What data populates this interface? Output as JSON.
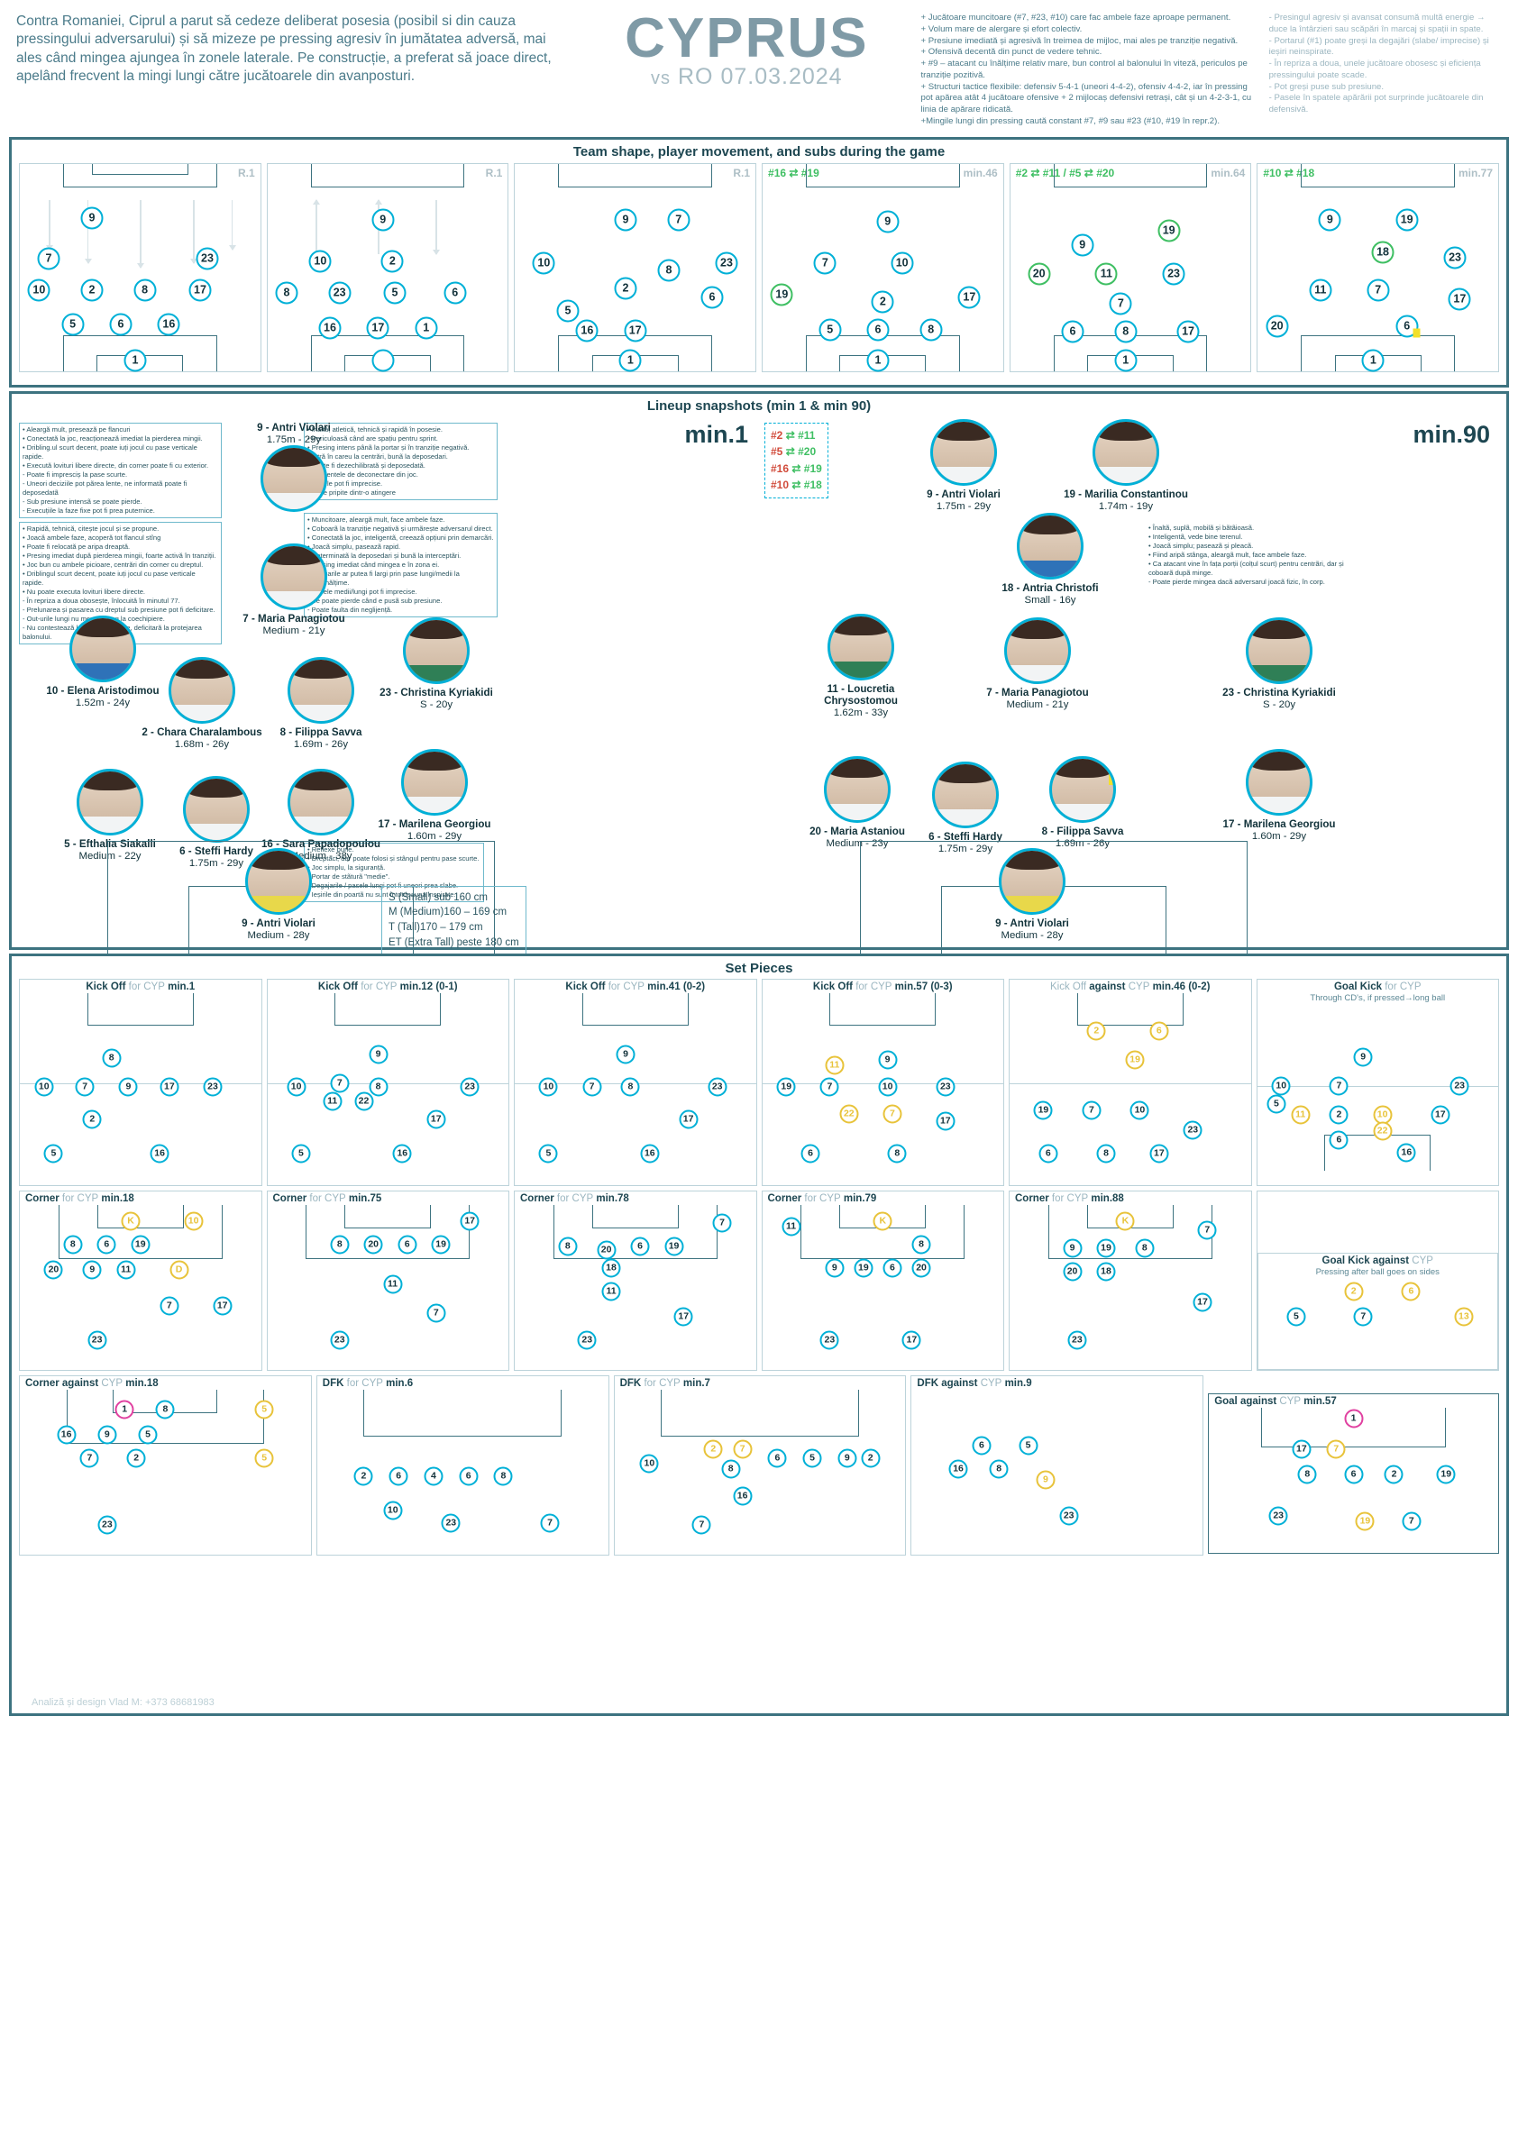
{
  "header": {
    "intro": "Contra Romaniei, Ciprul a parut să cedeze deliberat posesia (posibil si din cauza pressingului adversarului) și să mizeze pe pressing agresiv în jumătatea adversă, mai ales când mingea ajungea în zonele laterale. Pe construcție, a preferat să joace direct, apelând frecvent la mingi lungi către jucătoarele din avanposturi.",
    "title": "CYPRUS",
    "vs_label": "vs",
    "opponent": "RO",
    "date": "07.03.2024",
    "strengths": [
      "+ Jucătoare muncitoare (#7, #23, #10) care fac ambele faze aproape permanent.",
      "+ Volum mare de alergare și efort colectiv.",
      "+ Presiune imediată și agresivă în treimea de mijloc, mai ales pe tranziție negativă.",
      "+ Ofensivă decentă din punct de vedere tehnic.",
      "+ #9 – atacant cu înălțime relativ mare, bun control al balonului în viteză, periculos pe tranziție pozitivă.",
      "+ Structuri tactice flexibile: defensiv 5-4-1 (uneori 4-4-2), ofensiv 4-4-2, iar în pressing pot apărea atât 4 jucătoare ofensive + 2 mijlocaș defensivi retrași, cât și un 4-2-3-1, cu linia de apărare ridicată.",
      "+Mingile lungi din pressing caută constant #7, #9 sau #23 (#10, #19 în repr.2)."
    ],
    "weaknesses": [
      "- Presingul agresiv și avansat consumă multă energie → duce la întârzieri sau scăpări în marcaj și spații in spate.",
      "- Portarul (#1) poate greși la degajări (slabe/ imprecise) și ieșiri neinspirate.",
      "- În repriza a doua, unele jucătoare obosesc și eficiența pressingului poate scade.",
      "- Pot greși puse sub presiune.",
      "- Pasele în spatele apărării pot surprinde jucătoarele din defensivă."
    ]
  },
  "shape_panel": {
    "title": "Team shape, player movement, and subs during the game",
    "pitches": [
      {
        "tag_right": "R.1",
        "tag_left": "",
        "numbers": [
          "9",
          "7",
          "23",
          "10",
          "2",
          "8",
          "17",
          "5",
          "6",
          "16",
          "1"
        ]
      },
      {
        "tag_right": "R.1",
        "tag_left": "",
        "numbers": [
          "9",
          "10",
          "2",
          "8",
          "23",
          "5",
          "6",
          "16",
          "17",
          "1"
        ]
      },
      {
        "tag_right": "R.1",
        "tag_left": "",
        "numbers": [
          "9",
          "7",
          "10",
          "2",
          "8",
          "23",
          "5",
          "6",
          "16",
          "17",
          "1"
        ]
      },
      {
        "tag_right": "min.46",
        "tag_left": "#16 ⇄ #19",
        "numbers": [
          "9",
          "7",
          "10",
          "19",
          "2",
          "5",
          "6",
          "8",
          "17",
          "1"
        ]
      },
      {
        "tag_right": "min.64",
        "tag_left": "#2 ⇄ #11 / #5 ⇄ #20",
        "numbers": [
          "9",
          "19",
          "20",
          "11",
          "23",
          "7",
          "6",
          "8",
          "17",
          "1"
        ]
      },
      {
        "tag_right": "min.77",
        "tag_left": "#10 ⇄ #18",
        "numbers": [
          "9",
          "19",
          "18",
          "23",
          "11",
          "7",
          "20",
          "6",
          "17",
          "1"
        ]
      }
    ]
  },
  "lineup_panel": {
    "title": "Lineup snapshots (min 1 & min 90)",
    "min1_label": "min.1",
    "min90_label": "min.90",
    "subs": [
      {
        "out": "#2",
        "in": "#11"
      },
      {
        "out": "#5",
        "in": "#20"
      },
      {
        "out": "#16",
        "in": "#19"
      },
      {
        "out": "#10",
        "in": "#18"
      }
    ],
    "legend": [
      "S (Small) sub 160 cm",
      "M (Medium)160 – 169 cm",
      "T (Tall)170 – 179 cm",
      "ET (Extra Tall) peste 180 cm"
    ],
    "min1_players": [
      {
        "name": "9 - Antri Violari",
        "meta": "1.75m - 29y",
        "kit": ""
      },
      {
        "name": "7 - Maria Panagiotou",
        "meta": "Medium - 21y",
        "kit": ""
      },
      {
        "name": "10 - Elena Aristodimou",
        "meta": "1.52m - 24y",
        "kit": "b"
      },
      {
        "name": "23 - Christina Kyriakidi",
        "meta": "S - 20y",
        "kit": "g"
      },
      {
        "name": "2 - Chara Charalambous",
        "meta": "1.68m - 26y",
        "kit": ""
      },
      {
        "name": "8 - Filippa Savva",
        "meta": "1.69m - 26y",
        "kit": ""
      },
      {
        "name": "5 - Efthalia Siakalli",
        "meta": "Medium - 22y",
        "kit": ""
      },
      {
        "name": "6 - Steffi Hardy",
        "meta": "1.75m - 29y",
        "kit": ""
      },
      {
        "name": "16 - Sara Papadopoulou",
        "meta": "Medium - 38y",
        "kit": ""
      },
      {
        "name": "17 - Marilena Georgiou",
        "meta": "1.60m - 29y",
        "kit": ""
      },
      {
        "name": "9 - Antri Violari",
        "meta": "Medium - 28y",
        "kit": "k"
      }
    ],
    "min90_players": [
      {
        "name": "9 - Antri Violari",
        "meta": "1.75m - 29y",
        "kit": ""
      },
      {
        "name": "19 - Marilia Constantinou",
        "meta": "1.74m - 19y",
        "kit": ""
      },
      {
        "name": "18 - Antria Christofi",
        "meta": "Small - 16y",
        "kit": "b"
      },
      {
        "name": "23 - Christina Kyriakidi",
        "meta": "S - 20y",
        "kit": "g"
      },
      {
        "name": "11 - Loucretia Chrysostomou",
        "meta": "1.62m - 33y",
        "kit": "g"
      },
      {
        "name": "7 - Maria Panagiotou",
        "meta": "Medium - 21y",
        "kit": ""
      },
      {
        "name": "20 - Maria Astaniou",
        "meta": "Medium - 23y",
        "kit": ""
      },
      {
        "name": "6 - Steffi Hardy",
        "meta": "1.75m - 29y",
        "kit": ""
      },
      {
        "name": "8 - Filippa Savva",
        "meta": "1.69m - 26y",
        "kit": ""
      },
      {
        "name": "17 - Marilena Georgiou",
        "meta": "1.60m - 29y",
        "kit": ""
      },
      {
        "name": "9 - Antri Violari",
        "meta": "Medium - 28y",
        "kit": "k"
      }
    ],
    "notes": {
      "n1": "• Aleargă mult, presează pe flancuri\n• Conectată la joc, reacționează imediat la pierderea mingii.\n• Dribling.ul scurt decent, poate iuți jocul cu pase verticale rapide.\n• Execută lovituri libere directe, din corner poate fi cu exterior.\n- Poate fi impresciș la pase scurte.\n- Uneori deciziile pot pãrea lente, ne informatã poate fi deposedatã\n- Sub presiune intensã se poate pierde.\n- Execuțiile la faze fixe pot fi prea puternice.",
      "n2": "• Rapidă, tehnică, citește jocul și se propune.\n• Joacă ambele faze, acoperă tot flancul stîng\n• Poate fi relocată pe aripa dreaptă.\n• Presing imediat după pierderea mingii, foarte activă în tranziții.\n• Joc bun cu ambele picioare, centrări din corner cu dreptul.\n• Driblingul scurt decent, poate iuți jocul cu pase verticale rapide.\n• Nu poate executa lovituri libere directe.\n- În repriza a doua obosește, înlocuită în minutul 77.\n- Prelunarea și pasarea cu dreptul sub presiune pot fi deficitare.\n- Out-urile lungi nu mereu ajung la coechipiere.\n- Nu contestează la duelurii aeriene, deficitară la protejarea balonului.",
      "n3": "• Înaltă, atletică, tehnică și rapidă în posesie.\n• Periculoasă când are spațiu pentru sprint.\n• Presing intens pânã la portar și în tranziție negativă.\n• Intră în careu la centrări, bunã la deposedari.\n- Poate fi dezechilibrată și deposedată.\n- Momentele de deconectare din joc.\n- Pasele pot fi imprecise.\n- Pase pripite dintr-o atingere",
      "n4": "• Muncitoare, aleargă mult, face ambele faze.\n• Coboarã la tranziție negativă și urmãrește adversarul direct.\n• Conectatã la joc, inteligentã, creeazã opțiuni prin demarcãri.\n• Joacã simplu, paseazã rapid.\n• Determinatã la deposedari și bunã la interceptãri.\n• Presing imediat când mingea e în zona ei.\n- Preluarile ar putea fi largi prin pase lungi/medii la semifinălțime.\n- Pasele medii/lungi pot fi imprecise.\n- Se poate pierde când e pusã sub presiune.\n- Poate faulta din neglijență.",
      "n5": "• Reflexe bune.\n• Dreptaci, dar poate folosi și stângul pentru pase scurte.\n• Joc simplu, la siguranță.\n- Portar de stãturã \"medie\".\n- Degajarile / pasele lungi pot fi uneori prea slabe.\n- Ieșirile din poartã nu sunt întotdeauna inspirate.",
      "n6": "• Înaltã, suplã, mobilã și bãtãioasã.\n• Inteligentã, vede bine terenul.\n• Joacã simplu; paseazã și pleacã.\n• Fiind aripã stânga, aleargã mult, face ambele faze.\n• Ca atacant vine în fața porții (colțul scurt) pentru centrãri, dar și coboarã dupã minge.\n- Poate pierde mingea dacã adversarul joacã fizic, în corp."
    }
  },
  "set_pieces": {
    "title": "Set Pieces",
    "row1": [
      {
        "label": "Kick Off",
        "for": "for",
        "team": "CYP",
        "time": "min.1",
        "score": ""
      },
      {
        "label": "Kick Off",
        "for": "for",
        "team": "CYP",
        "time": "min.12",
        "score": "(0-1)"
      },
      {
        "label": "Kick Off",
        "for": "for",
        "team": "CYP",
        "time": "min.41",
        "score": "(0-2)"
      },
      {
        "label": "Kick Off",
        "for": "for",
        "team": "CYP",
        "time": "min.57",
        "score": "(0-3)"
      },
      {
        "label": "Kick Off",
        "for": "against",
        "team": "CYP",
        "time": "min.46",
        "score": "(0-2)"
      },
      {
        "label": "Goal Kick",
        "for": "for",
        "team": "CYP",
        "time": "",
        "score": "",
        "sub": "Through CD's, if pressed→long ball"
      }
    ],
    "row2": [
      {
        "label": "Corner",
        "for": "for",
        "team": "CYP",
        "time": "min.18"
      },
      {
        "label": "Corner",
        "for": "for",
        "team": "CYP",
        "time": "min.75"
      },
      {
        "label": "Corner",
        "for": "for",
        "team": "CYP",
        "time": "min.78"
      },
      {
        "label": "Corner",
        "for": "for",
        "team": "CYP",
        "time": "min.79"
      },
      {
        "label": "Corner",
        "for": "for",
        "team": "CYP",
        "time": "min.88"
      },
      {
        "label": "Goal Kick",
        "for": "against",
        "team": "CYP",
        "time": "",
        "sub": "Pressing after ball goes on sides"
      }
    ],
    "row3": [
      {
        "label": "Corner",
        "for": "against",
        "team": "CYP",
        "time": "min.18"
      },
      {
        "label": "DFK",
        "for": "for",
        "team": "CYP",
        "time": "min.6"
      },
      {
        "label": "DFK",
        "for": "for",
        "team": "CYP",
        "time": "min.7"
      },
      {
        "label": "DFK",
        "for": "against",
        "team": "CYP",
        "time": "min.9"
      },
      {
        "label": "Goal",
        "for": "against",
        "team": "CYP",
        "time": "min.57"
      }
    ]
  },
  "footer": "Analiză și design Vlad M: +373 68681983"
}
